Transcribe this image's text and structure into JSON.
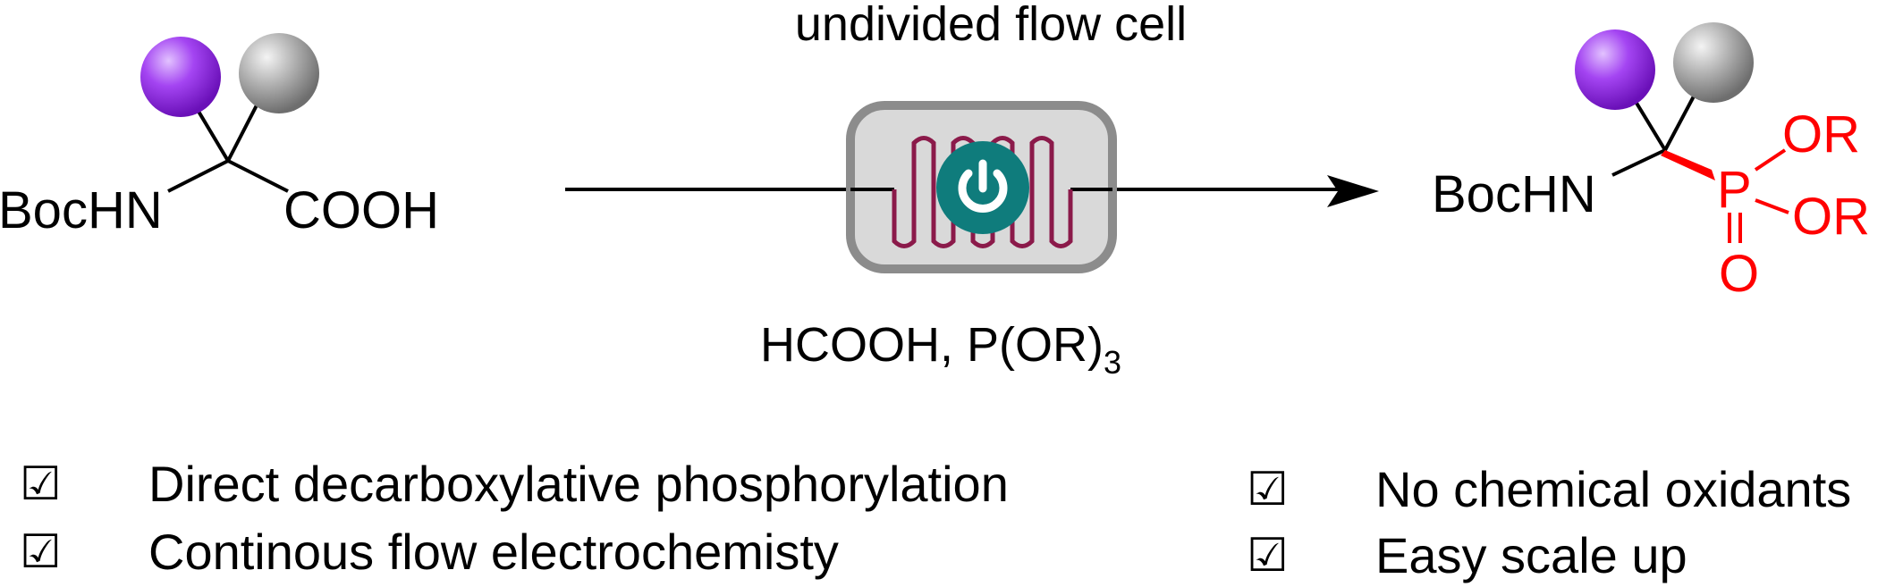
{
  "reaction": {
    "condition_top": "undivided flow cell",
    "condition_bottom_main": "HCOOH, P(OR)",
    "condition_bottom_sub": "3",
    "substituent_colors": {
      "purple": "#9a2ee6",
      "gray": "#a6a6a6"
    },
    "flow_cell_colors": {
      "channel": "#8b1a4a",
      "button": "#0f7c7c",
      "body": "#d9d9d9",
      "border": "#8c8c8c"
    }
  },
  "reactant": {
    "amine_label": "BocHN",
    "acid_label": "COOH"
  },
  "product": {
    "amine_label": "BocHN",
    "phosphorus": "P",
    "ester_1": "OR",
    "ester_2": "OR",
    "oxo": "O",
    "highlight_color": "#ff0000"
  },
  "features": {
    "check_symbol": "☑",
    "left": [
      "Direct decarboxylative phosphorylation",
      "Continous flow electrochemisty"
    ],
    "right": [
      "No chemical oxidants",
      "Easy scale up"
    ]
  }
}
